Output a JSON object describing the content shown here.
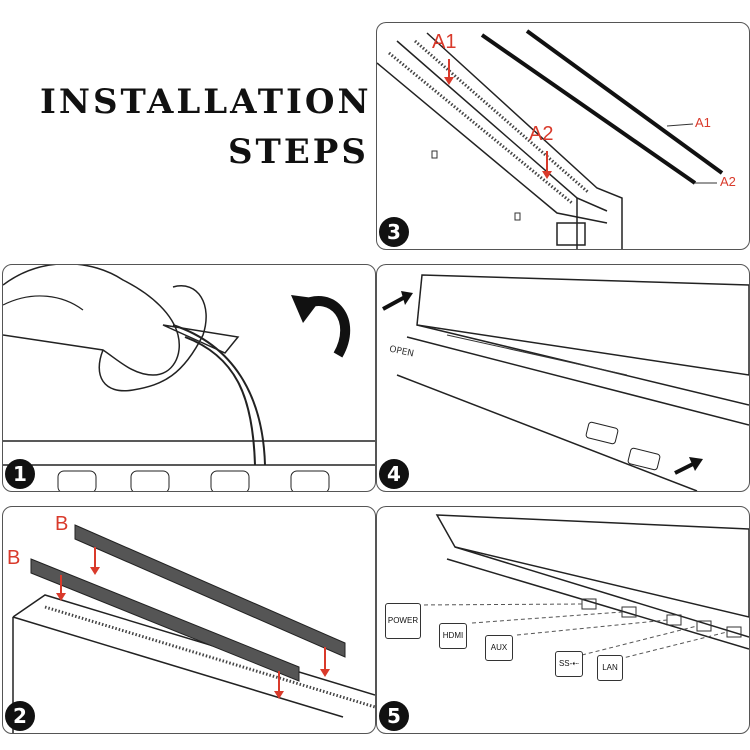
{
  "title": {
    "line1": "INSTALLATION",
    "line2": "STEPS"
  },
  "panels": {
    "step1": {
      "number": "1"
    },
    "step2": {
      "number": "2",
      "label_b1": "B",
      "label_b2": "B"
    },
    "step3": {
      "number": "3",
      "label_a1_top": "A1",
      "label_a2_mid": "A2",
      "label_a1_side": "A1",
      "label_a2_side": "A2"
    },
    "step4": {
      "number": "4",
      "open_label": "OPEN"
    },
    "step5": {
      "number": "5",
      "ports": [
        "POWER",
        "HDMI",
        "AUX",
        "SS-⇠",
        "LAN"
      ]
    }
  },
  "colors": {
    "label_red": "#d93a2b",
    "line_dark": "#111111"
  }
}
